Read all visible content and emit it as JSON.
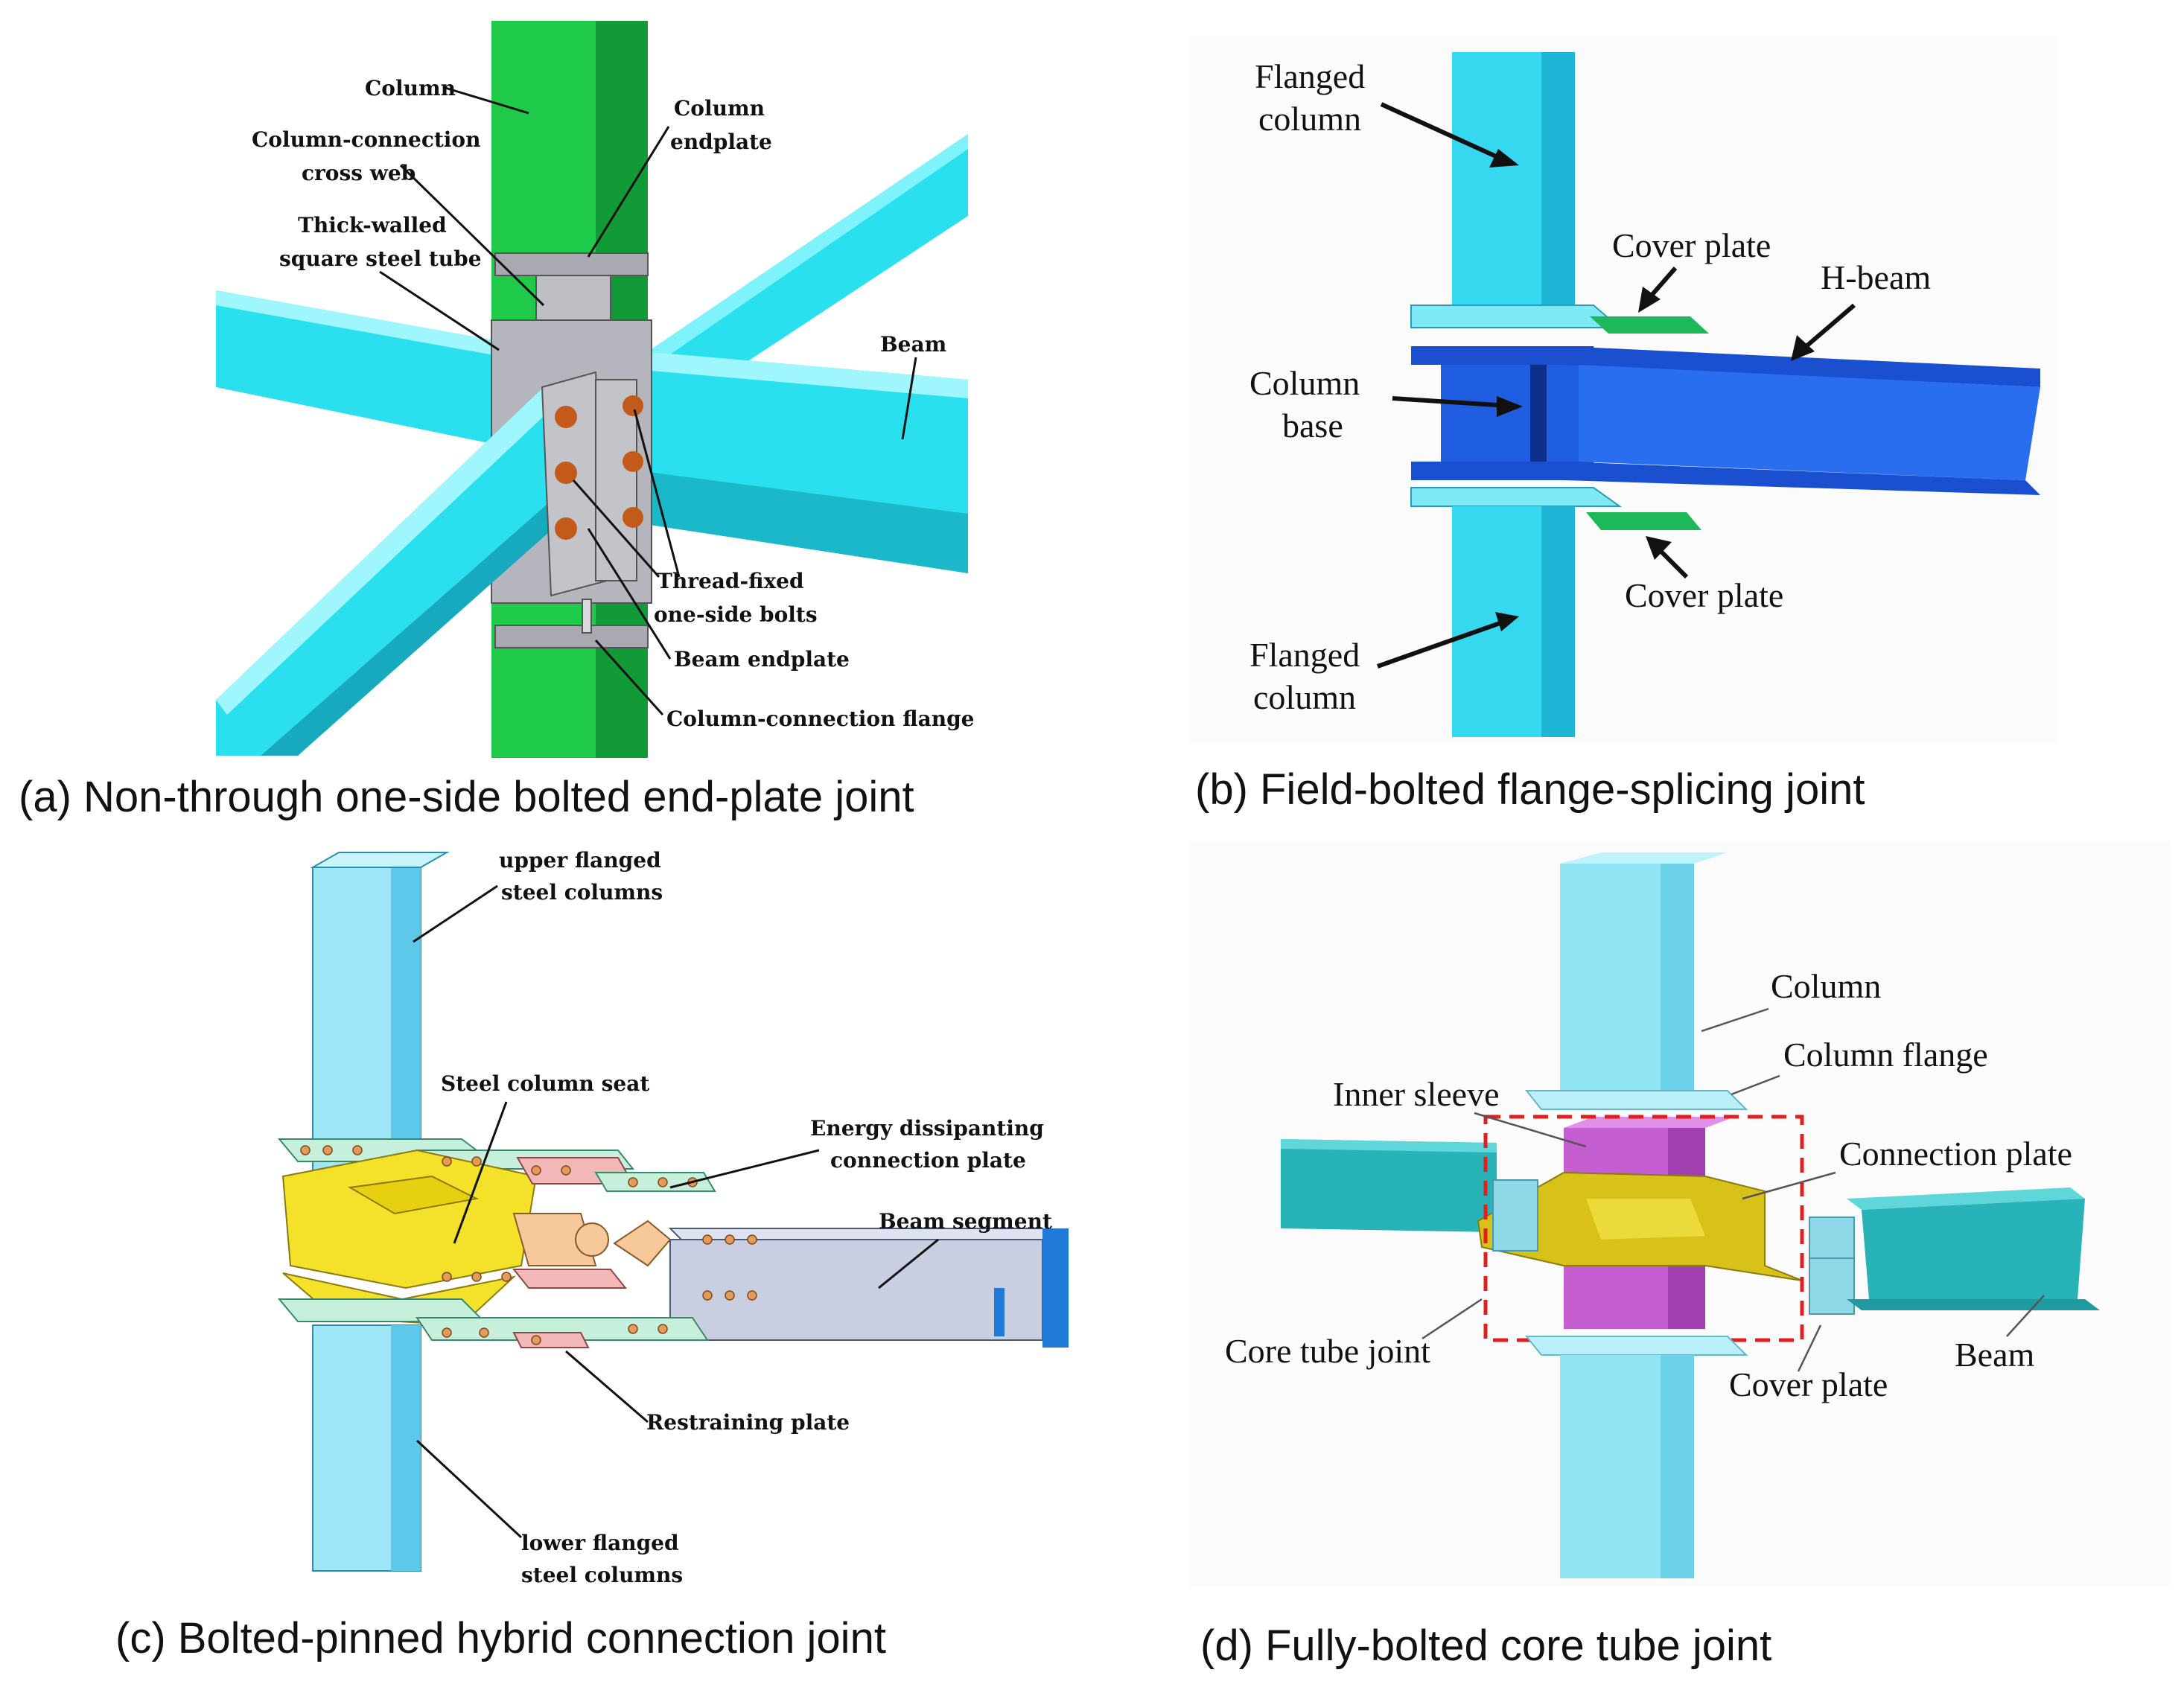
{
  "panels": [
    {
      "caption": "(a) Non-through one-side bolted end-plate joint",
      "labels": {
        "column": "Column",
        "column_endplate": [
          "Column",
          "endplate"
        ],
        "cross_web": [
          "Column-connection",
          "cross web"
        ],
        "square_tube": [
          "Thick-walled",
          "square steel tube"
        ],
        "beam": "Beam",
        "bolts": [
          "Thread-fixed",
          "one-side bolts"
        ],
        "beam_endplate": "Beam endplate",
        "flange": "Column-connection flange"
      }
    },
    {
      "caption": "(b) Field-bolted flange-splicing joint",
      "labels": {
        "flanged_column_top": [
          "Flanged",
          "column"
        ],
        "cover_plate_top": "Cover plate",
        "h_beam": "H-beam",
        "column_base": [
          "Column",
          "base"
        ],
        "cover_plate_bottom": "Cover plate",
        "flanged_column_bottom": [
          "Flanged",
          "column"
        ]
      }
    },
    {
      "caption": "(c) Bolted-pinned hybrid connection joint",
      "labels": {
        "upper_columns": [
          "upper flanged",
          "steel columns"
        ],
        "column_seat": "Steel column seat",
        "energy_plate": [
          "Energy dissipanting",
          "connection plate"
        ],
        "beam_segment": "Beam segment",
        "restraining_plate": "Restraining plate",
        "lower_columns": [
          "lower flanged",
          "steel columns"
        ]
      }
    },
    {
      "caption": "(d) Fully-bolted core tube joint",
      "labels": {
        "column": "Column",
        "column_flange": "Column flange",
        "inner_sleeve": "Inner sleeve",
        "connection_plate": "Connection plate",
        "core_tube_joint": "Core tube joint",
        "cover_plate": "Cover plate",
        "beam": "Beam"
      }
    }
  ],
  "colors": {
    "column_green": "#1fc94a",
    "beam_cyan": "#2ae0ee",
    "steel_grey": "#a9a9b1",
    "bolt_orange": "#c45a1a",
    "flange_cyan": "#7fe9f5",
    "column_base_blue": "#1f5ee0",
    "cover_plate_green": "#1cb85a",
    "seat_yellow": "#f3e12a",
    "plate_pink": "#f2b8b8",
    "plate_mint": "#c7f0dc",
    "beam_segment_grey": "#c9cfe0",
    "sleeve_magenta": "#c55ed0",
    "connection_gold": "#d8c21a",
    "beam_teal": "#28b3b9",
    "dash_red": "#e02020"
  }
}
